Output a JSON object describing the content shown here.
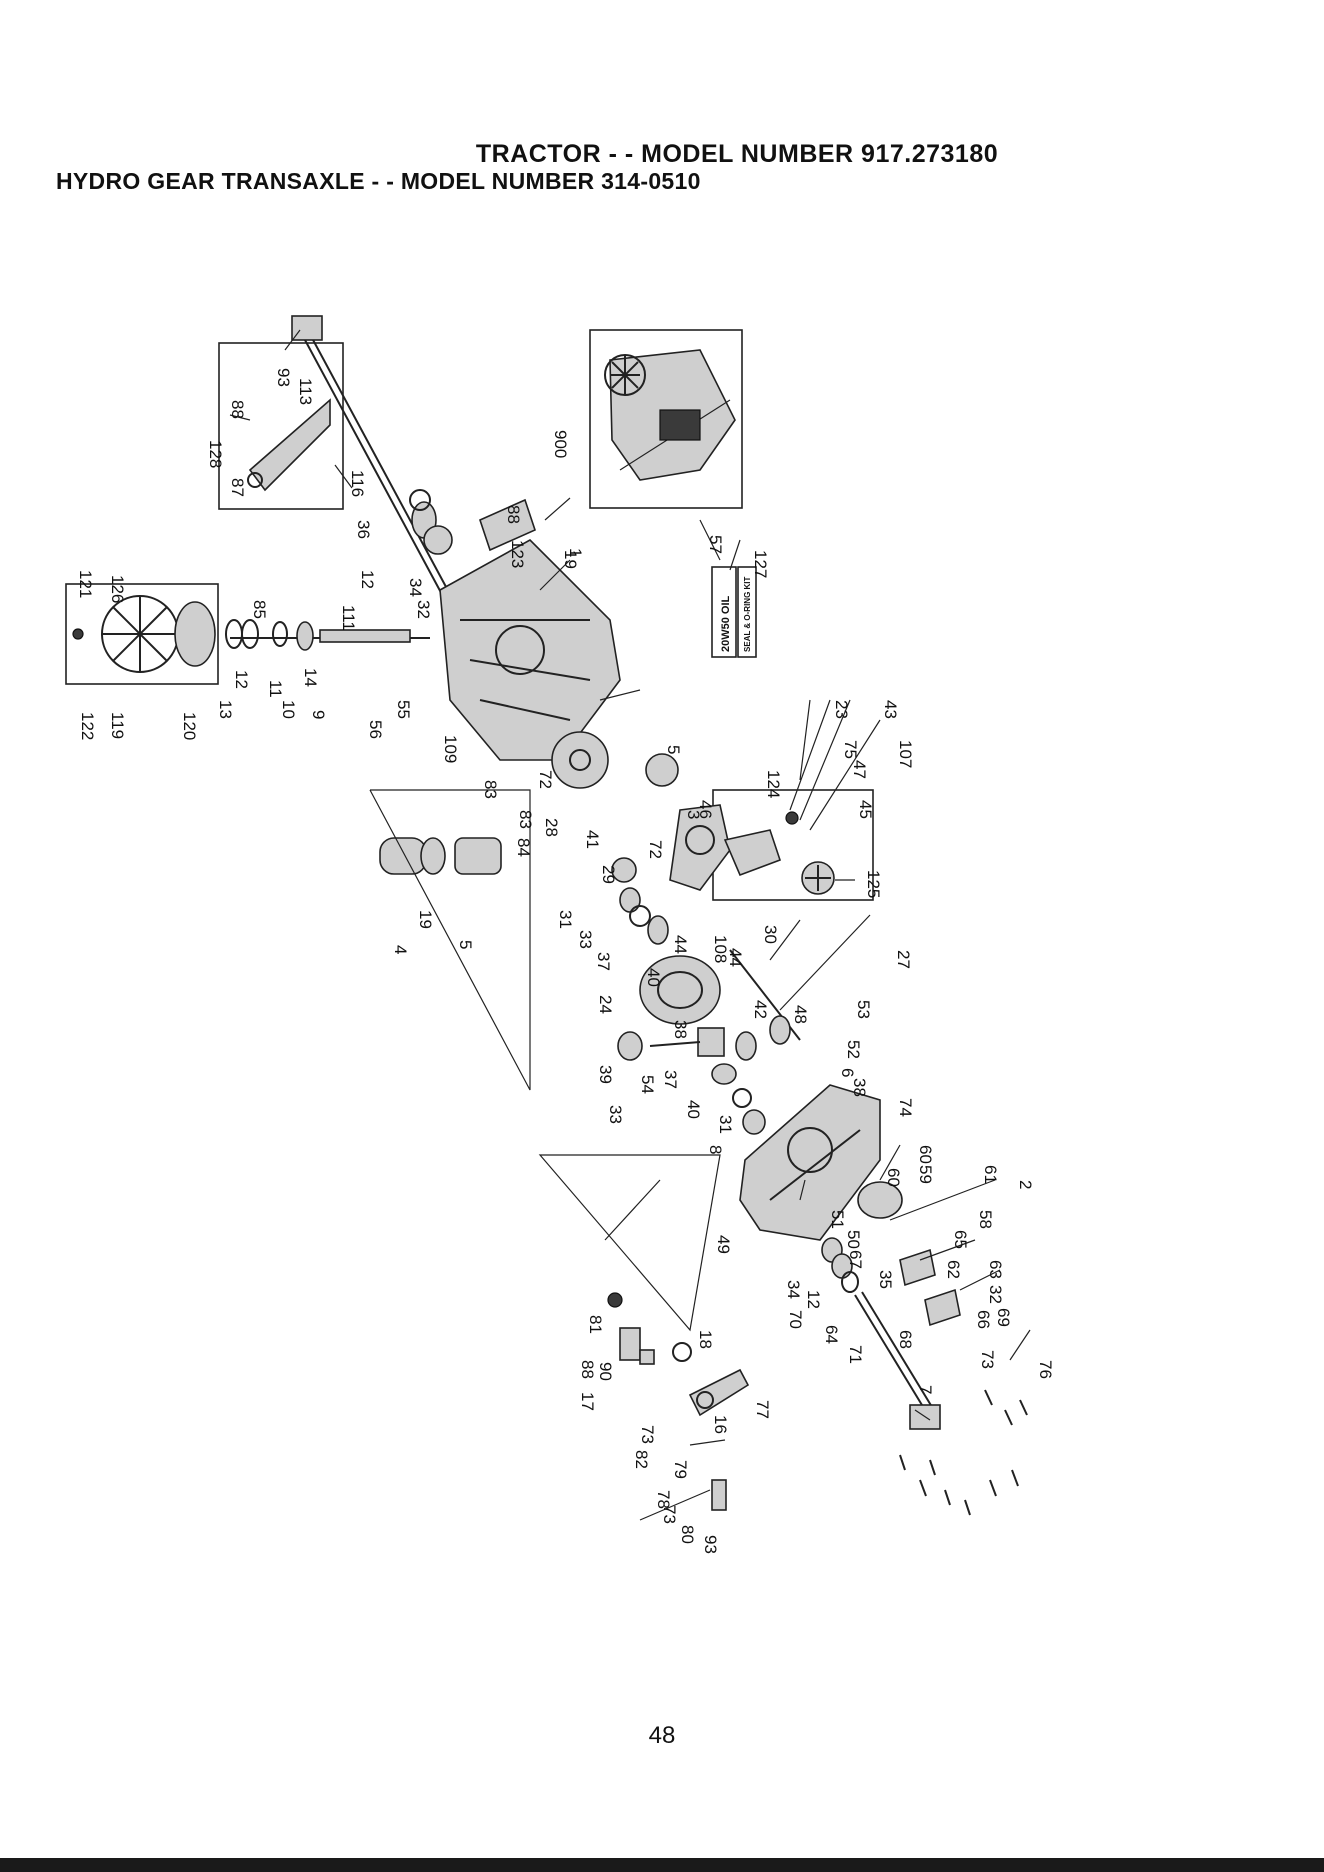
{
  "header": {
    "title_line1": "TRACTOR - - MODEL NUMBER 917.273180",
    "title_line2": "HYDRO GEAR TRANSAXLE - - MODEL NUMBER 314-0510"
  },
  "page_number": "48",
  "kit_labels": {
    "oil": "20W50 OIL",
    "seal_kit": "SEAL & O-RING KIT"
  },
  "callouts": [
    "93",
    "113",
    "88",
    "128",
    "87",
    "116",
    "36",
    "88",
    "123",
    "1",
    "12",
    "34",
    "32",
    "85",
    "111",
    "121",
    "126",
    "122",
    "119",
    "120",
    "13",
    "12",
    "10",
    "11",
    "14",
    "9",
    "56",
    "55",
    "109",
    "83",
    "83",
    "19",
    "900",
    "57",
    "127",
    "72",
    "28",
    "84",
    "41",
    "29",
    "72",
    "5",
    "3",
    "46",
    "124",
    "23",
    "75",
    "47",
    "43",
    "107",
    "45",
    "125",
    "4",
    "19",
    "5",
    "31",
    "33",
    "37",
    "40",
    "44",
    "108",
    "44",
    "30",
    "24",
    "42",
    "48",
    "27",
    "53",
    "52",
    "6",
    "38",
    "39",
    "54",
    "38",
    "37",
    "40",
    "33",
    "31",
    "8",
    "74",
    "60",
    "59",
    "60",
    "61",
    "58",
    "2",
    "49",
    "51",
    "50",
    "67",
    "65",
    "62",
    "63",
    "32",
    "34",
    "12",
    "70",
    "35",
    "64",
    "71",
    "68",
    "66",
    "69",
    "73",
    "7",
    "76",
    "81",
    "88",
    "90",
    "17",
    "18",
    "73",
    "16",
    "77",
    "82",
    "79",
    "78",
    "73",
    "80",
    "93"
  ]
}
